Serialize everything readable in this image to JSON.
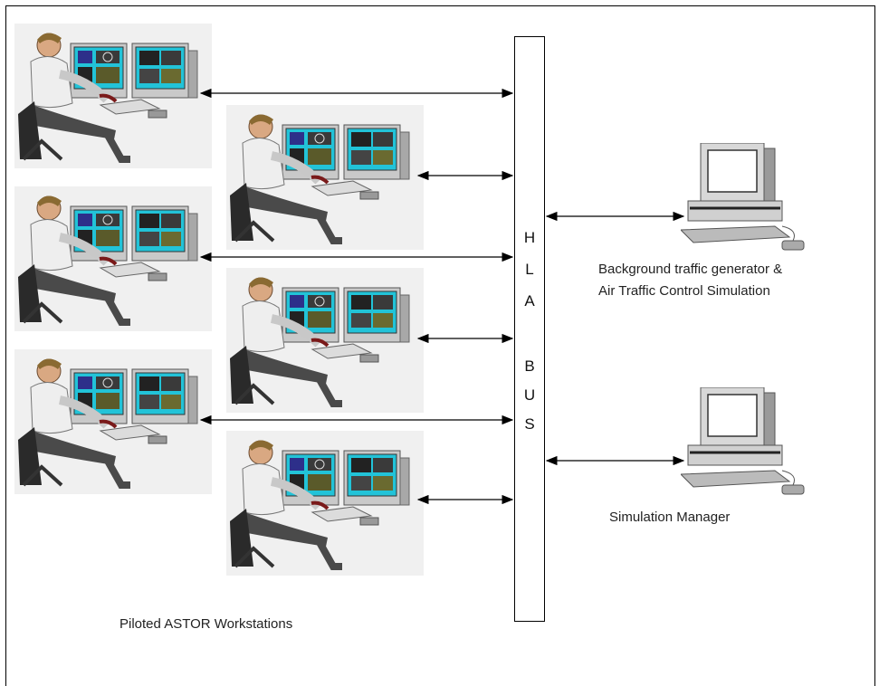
{
  "bus": {
    "letters": [
      "H",
      "L",
      "A",
      "",
      "B",
      "U",
      "S"
    ]
  },
  "labels": {
    "traffic_line1": "Background traffic generator &",
    "traffic_line2": "Air Traffic Control Simulation",
    "manager": "Simulation Manager",
    "workstations": "Piloted ASTOR Workstations"
  },
  "icons": {
    "workstation": "pilot-at-dual-monitor-workstation",
    "computer": "desktop-computer"
  },
  "colors": {
    "screen": "#22c3d8",
    "panel_bg": "#f0f0f0",
    "line": "#000000"
  }
}
